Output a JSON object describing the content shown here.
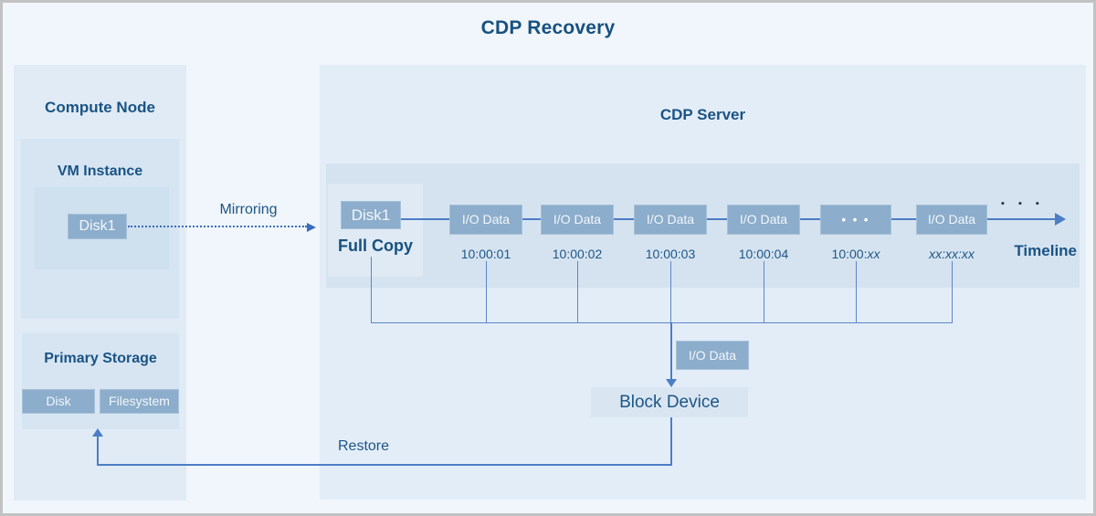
{
  "page": {
    "title": "CDP Recovery"
  },
  "compute_node": {
    "title": "Compute Node",
    "vm_instance": {
      "title": "VM Instance",
      "disk": "Disk1"
    },
    "primary_storage": {
      "title": "Primary Storage",
      "disk": "Disk",
      "filesystem": "Filesystem"
    }
  },
  "flows": {
    "mirroring": "Mirroring",
    "restore": "Restore"
  },
  "cdp_server": {
    "title": "CDP Server",
    "full_copy": {
      "disk": "Disk1",
      "caption": "Full Copy"
    },
    "timeline": [
      {
        "box": "I/O Data",
        "time": "10:00:01",
        "time_italic": ""
      },
      {
        "box": "I/O Data",
        "time": "10:00:02",
        "time_italic": ""
      },
      {
        "box": "I/O Data",
        "time": "10:00:03",
        "time_italic": ""
      },
      {
        "box": "I/O Data",
        "time": "10:00:04",
        "time_italic": ""
      },
      {
        "box": "• • •",
        "time": "10:00:",
        "time_italic": "xx"
      },
      {
        "box": "I/O Data",
        "time": "",
        "time_italic": "xx:xx:xx"
      }
    ],
    "timeline_label": "Timeline",
    "ellipsis": "▪ ▪ ▪",
    "replay_io": "I/O Data",
    "block_device": "Block Device"
  },
  "colors": {
    "page_bg": "#f0f6fc",
    "panel_bg": "#e0ebf6",
    "band_bg": "#d5e3f0",
    "steel_box": "#8cadcb",
    "navy_text": "#1a5384",
    "line_blue": "#4d7dc6"
  }
}
